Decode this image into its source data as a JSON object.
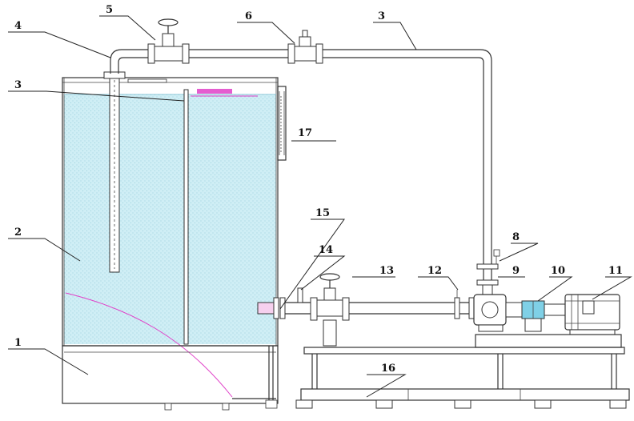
{
  "colors": {
    "water": "#cfeef5",
    "water_stipple": "#8fc9d8",
    "outline": "#333333",
    "magenta": "#e040c8",
    "background": "#ffffff"
  },
  "callouts": {
    "c1": "1",
    "c2": "2",
    "c3": "3",
    "c3b": "3",
    "c4": "4",
    "c5": "5",
    "c6": "6",
    "c8": "8",
    "c9": "9",
    "c10": "10",
    "c11": "11",
    "c12": "12",
    "c13": "13",
    "c14": "14",
    "c15": "15",
    "c16": "16",
    "c17": "17"
  },
  "icons": {
    "valve_top": "gate-valve-icon",
    "valve_check": "check-valve-icon",
    "valve_bottom": "gate-valve-icon",
    "pump": "centrifugal-pump-icon",
    "motor": "electric-motor-icon",
    "coupling": "shaft-coupling-icon"
  }
}
